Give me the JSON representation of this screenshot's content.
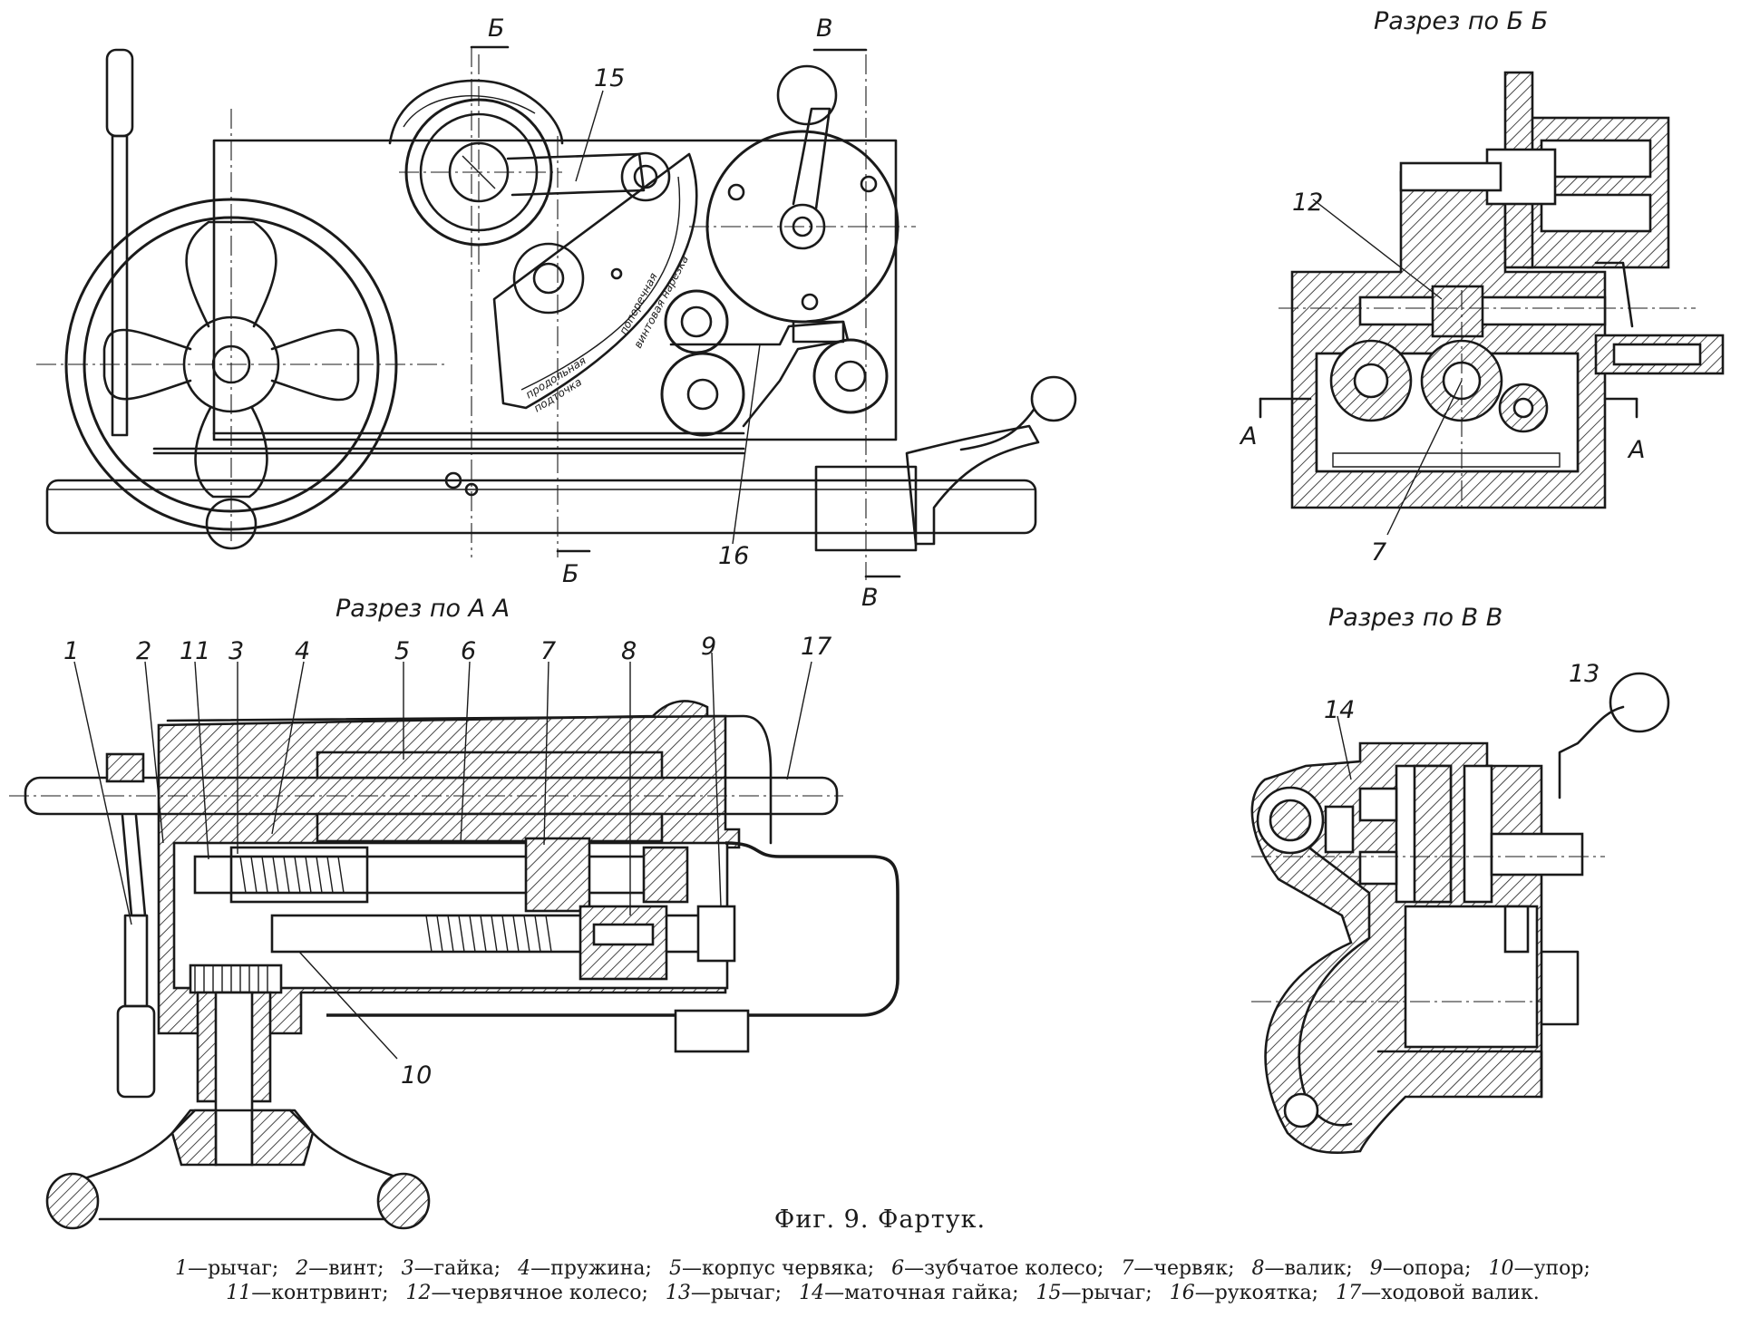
{
  "labels": {
    "numbers": [
      "1",
      "2",
      "11",
      "3",
      "4",
      "5",
      "6",
      "7",
      "8",
      "9",
      "17",
      "10",
      "12",
      "7",
      "13",
      "14",
      "15",
      "16"
    ],
    "sections": {
      "bb_title": "Разрез по Б Б",
      "aa_title": "Разрез по А А",
      "vv_title": "Разрез по В В",
      "b_letter": "Б",
      "v_letter": "В",
      "a_letter": "А"
    },
    "dial": {
      "line1": "продольная",
      "line2": "подточка",
      "line3": "поперечная",
      "line4": "винтовая нарезка"
    }
  },
  "caption": {
    "title": "Фиг. 9. Фартук.",
    "legend": [
      {
        "n": "1",
        "t": "—рычаг;"
      },
      {
        "n": "2",
        "t": "—винт;"
      },
      {
        "n": "3",
        "t": "—гайка;"
      },
      {
        "n": "4",
        "t": "—пружина;"
      },
      {
        "n": "5",
        "t": "—корпус червяка;"
      },
      {
        "n": "6",
        "t": "—зубчатое колесо;"
      },
      {
        "n": "7",
        "t": "—червяк;"
      },
      {
        "n": "8",
        "t": "—валик;"
      },
      {
        "n": "9",
        "t": "—опора;"
      },
      {
        "n": "10",
        "t": "—упор;"
      },
      {
        "n": "11",
        "t": "—контрвинт;"
      },
      {
        "n": "12",
        "t": "—червячное колесо;"
      },
      {
        "n": "13",
        "t": "—рычаг;"
      },
      {
        "n": "14",
        "t": "—маточная гайка;"
      },
      {
        "n": "15",
        "t": "—рычаг;"
      },
      {
        "n": "16",
        "t": "—рукоятка;"
      },
      {
        "n": "17",
        "t": "—ходовой валик."
      }
    ]
  }
}
